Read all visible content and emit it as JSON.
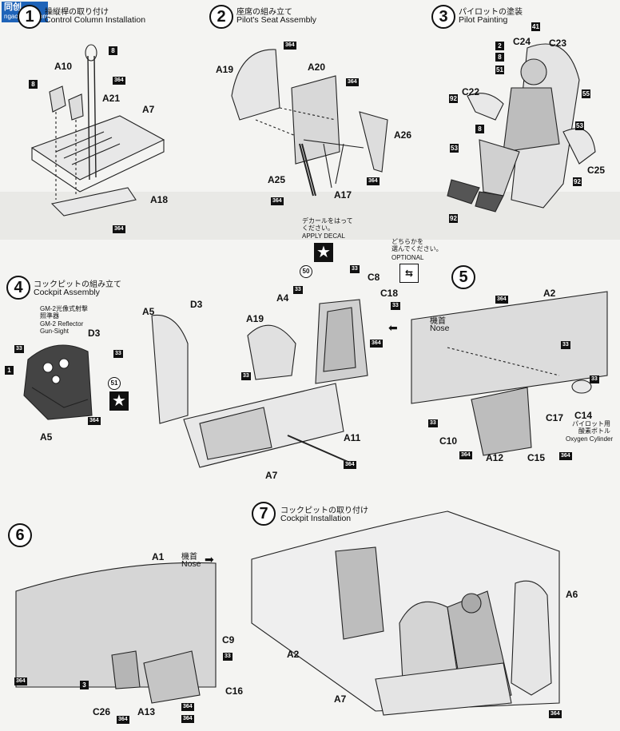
{
  "watermark": {
    "line1": "同创",
    "line2": "ngao-shop.com"
  },
  "steps": [
    {
      "num": "1",
      "jp": "操縦桿の取り付け",
      "en": "Control Column Installation"
    },
    {
      "num": "2",
      "jp": "座席の組み立て",
      "en": "Pilot's Seat Assembly"
    },
    {
      "num": "3",
      "jp": "パイロットの塗装",
      "en": "Pilot Painting"
    },
    {
      "num": "4",
      "jp": "コックピットの組み立て",
      "en": "Cockpit Assembly"
    },
    {
      "num": "5",
      "jp": "",
      "en": ""
    },
    {
      "num": "6",
      "jp": "",
      "en": ""
    },
    {
      "num": "7",
      "jp": "コックピットの取り付け",
      "en": "Cockpit Installation"
    }
  ],
  "notes": {
    "decal_jp": "デカールをはって\nください。",
    "decal_en": "APPLY DECAL",
    "optional_jp": "どちらかを\n選んでください。",
    "optional_en": "OPTIONAL",
    "nose_jp": "機首",
    "nose_en": "Nose",
    "sight_jp": "GM-2光像式射撃\n照準器",
    "sight_en": "GM-2 Reflector\nGun-Sight",
    "oxygen_jp": "パイロット用\n酸素ボトル",
    "oxygen_en": "Oxygen Cylinder"
  },
  "parts": {
    "a10": "A10",
    "a21": "A21",
    "a7": "A7",
    "a18": "A18",
    "a19": "A19",
    "a20": "A20",
    "a26": "A26",
    "a25": "A25",
    "a17": "A17",
    "c24": "C24",
    "c23": "C23",
    "c22": "C22",
    "c25": "C25",
    "d3": "D3",
    "a5": "A5",
    "a4": "A4",
    "c8": "C8",
    "c18": "C18",
    "a11": "A11",
    "a2": "A2",
    "c17": "C17",
    "c14": "C14",
    "c10": "C10",
    "a12": "A12",
    "c15": "C15",
    "a1": "A1",
    "c9": "C9",
    "c16": "C16",
    "c26": "C26",
    "a13": "A13",
    "a6": "A6"
  },
  "colors": {
    "c8": "8",
    "c2": "2",
    "c3": "3",
    "c33": "33",
    "c41": "41",
    "c51": "51",
    "c53": "53",
    "c55": "55",
    "c92": "92",
    "c364": "364",
    "c1": "1"
  },
  "decals": {
    "d50": "50",
    "d51": "51"
  }
}
